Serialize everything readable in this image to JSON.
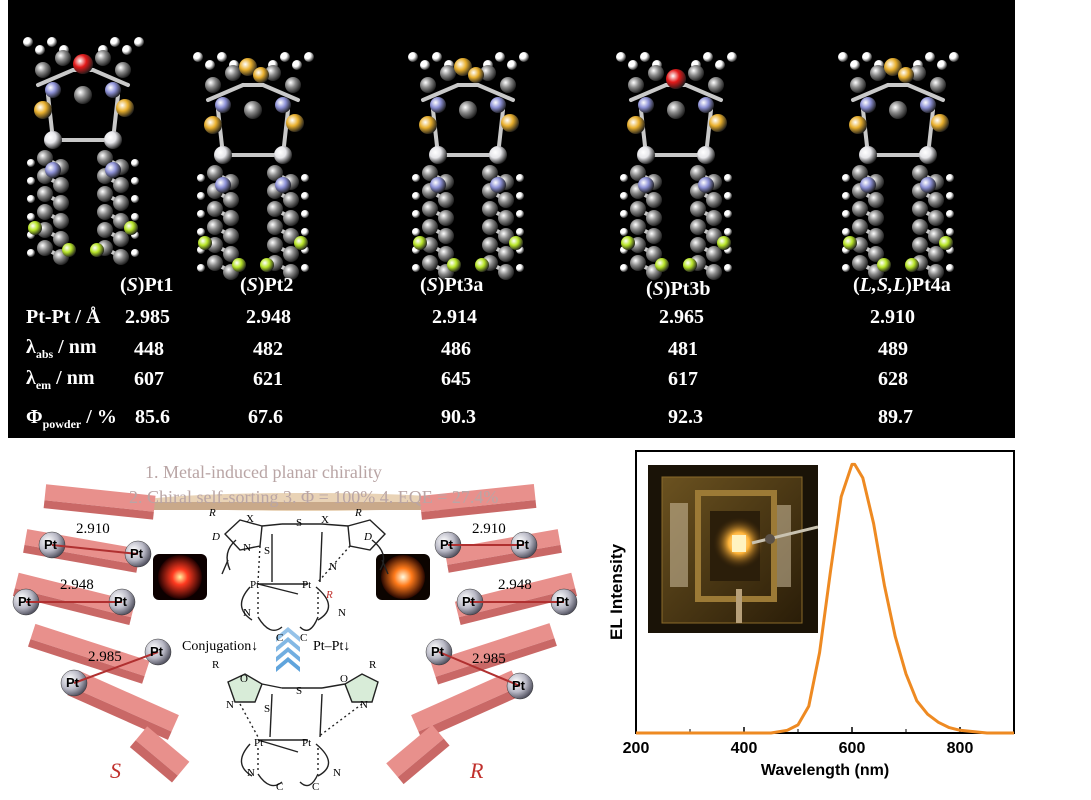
{
  "table": {
    "compounds": [
      {
        "prefix": "(",
        "italic": "S",
        "suffix": ")Pt1",
        "pt_pt": "2.985",
        "abs": "448",
        "em": "607",
        "phi": "85.6"
      },
      {
        "prefix": "(",
        "italic": "S",
        "suffix": ")Pt2",
        "pt_pt": "2.948",
        "abs": "482",
        "em": "621",
        "phi": "67.6"
      },
      {
        "prefix": "(",
        "italic": "S",
        "suffix": ")Pt3a",
        "pt_pt": "2.914",
        "abs": "486",
        "em": "645",
        "phi": "90.3"
      },
      {
        "prefix": "(",
        "italic": "S",
        "suffix": ")Pt3b",
        "pt_pt": "2.965",
        "abs": "481",
        "em": "617",
        "phi": "92.3"
      },
      {
        "prefix": "(",
        "italic": "L,S,L",
        "suffix": ")Pt4a",
        "pt_pt": "2.910",
        "abs": "489",
        "em": "628",
        "phi": "89.7"
      }
    ],
    "row_labels": {
      "pt_pt": "Pt-Pt / Å",
      "abs_symbol": "λ",
      "abs_sub": "abs",
      "abs_unit": " / nm",
      "em_symbol": "λ",
      "em_sub": "em",
      "em_unit": " / nm",
      "phi_symbol": "Φ",
      "phi_sub": "powder",
      "phi_unit": " / %"
    }
  },
  "scheme": {
    "features": [
      "1. Metal-induced planar chirality",
      "2. Chiral self-sorting 3. Φ = 100%  4. EQE = 27.4%"
    ],
    "left_distances": [
      "2.910",
      "2.948",
      "2.985"
    ],
    "right_distances": [
      "2.910",
      "2.948",
      "2.985"
    ],
    "pt_label": "Pt",
    "left_label": "S",
    "right_label": "R",
    "conjugation_label": "Conjugation↓",
    "ptpt_label": "Pt–Pt↓",
    "struct_labels": {
      "R": "R",
      "X": "X",
      "D": "D",
      "S": "S",
      "N": "N",
      "Pt": "Pt",
      "C": "C",
      "O": "O"
    },
    "colors": {
      "slab": "#e8908c",
      "slab_dark": "#c96866",
      "label_red": "#c0302c",
      "arrow_blue": "#4f9ad8"
    }
  },
  "chart_data": {
    "type": "line",
    "ylabel": "EL Intensity",
    "xlabel": "Wavelength (nm)",
    "xlim": [
      200,
      900
    ],
    "xticks": [
      200,
      400,
      600,
      800
    ],
    "ylim": [
      0,
      1.05
    ],
    "yticks_shown": false,
    "series": [
      {
        "color": "#ee8a22",
        "x": [
          200,
          300,
          400,
          450,
          480,
          500,
          520,
          540,
          560,
          580,
          600,
          605,
          620,
          640,
          660,
          680,
          700,
          720,
          740,
          760,
          780,
          800,
          850,
          900
        ],
        "y": [
          0.0,
          0.0,
          0.0,
          0.0,
          0.01,
          0.03,
          0.1,
          0.3,
          0.6,
          0.88,
          1.0,
          1.0,
          0.95,
          0.78,
          0.55,
          0.36,
          0.22,
          0.12,
          0.07,
          0.04,
          0.02,
          0.01,
          0.0,
          0.0
        ]
      }
    ]
  }
}
